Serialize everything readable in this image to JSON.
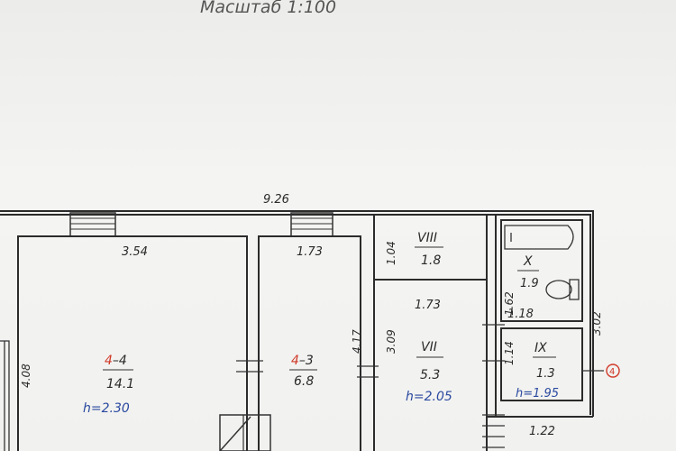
{
  "title": "Масштаб 1:100",
  "dimensions": {
    "total_width": "9.26",
    "room1_width": "3.54",
    "room2_width": "1.73",
    "room1_height": "4.08",
    "room2_height": "4.17",
    "corridor_height": "3.09",
    "corridor_width": "1.73",
    "pantry_height": "1.04",
    "bath_height": "1.62",
    "wc_height": "1.14",
    "bath_width": "1.18",
    "right_height": "3.02",
    "wc_width": "1.22"
  },
  "rooms": [
    {
      "id": "4-4",
      "prefix": "4",
      "suffix": "4",
      "area": "14.1",
      "height": "h=2.30"
    },
    {
      "id": "4-3",
      "prefix": "4",
      "suffix": "3",
      "area": "6.8"
    },
    {
      "id": "VIII",
      "numeral": "VIII",
      "area": "1.8"
    },
    {
      "id": "VII",
      "numeral": "VII",
      "area": "5.3",
      "height": "h=2.05"
    },
    {
      "id": "X",
      "numeral": "X",
      "area": "1.9"
    },
    {
      "id": "IX",
      "numeral": "IX",
      "area": "1.3",
      "height": "h=1.95"
    }
  ],
  "axis_marker": "4",
  "colors": {
    "paper": "#f3f3f1",
    "ink": "#2b2b2b",
    "red": "#d03a2a",
    "blue": "#2a4aa0"
  }
}
